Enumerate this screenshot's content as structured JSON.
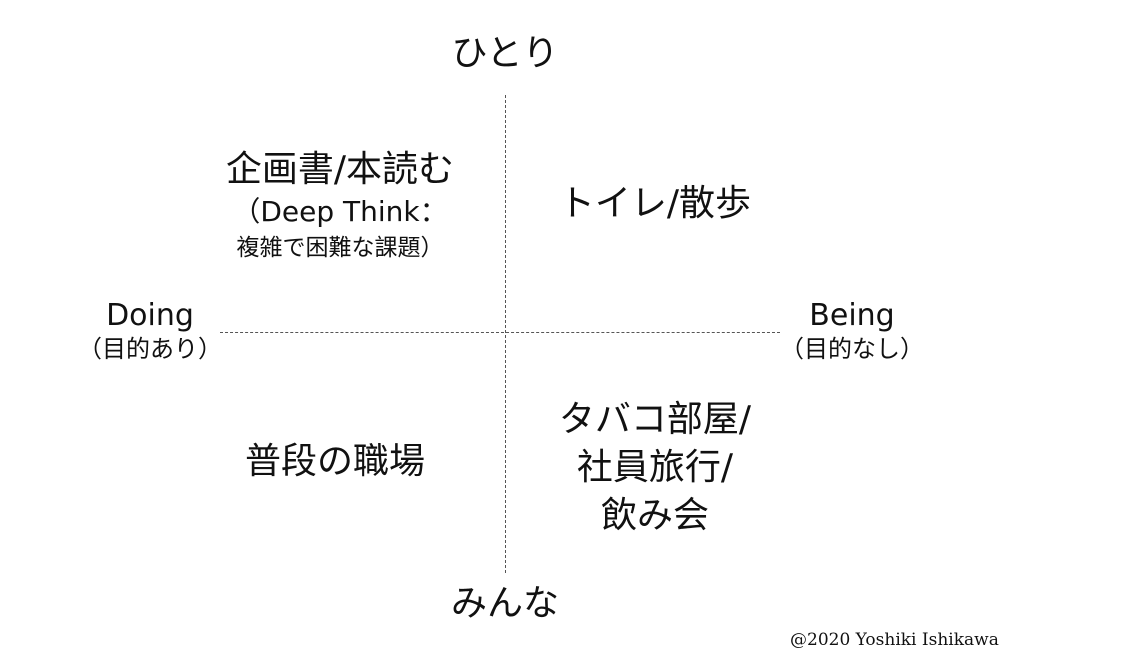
{
  "axes": {
    "top": "ひとり",
    "bottom": "みんな",
    "left": {
      "main": "Doing",
      "sub": "（目的あり）"
    },
    "right": {
      "main": "Being",
      "sub": "（目的なし）"
    }
  },
  "quadrants": {
    "top_left": {
      "line1": "企画書/本読む",
      "line2": "（Deep Think：",
      "line3": "複雑で困難な課題）"
    },
    "top_right": "トイレ/散歩",
    "bottom_left": "普段の職場",
    "bottom_right": {
      "line1": "タバコ部屋/",
      "line2": "社員旅行/",
      "line3": "飲み会"
    }
  },
  "copyright": "@2020 Yoshiki Ishikawa"
}
